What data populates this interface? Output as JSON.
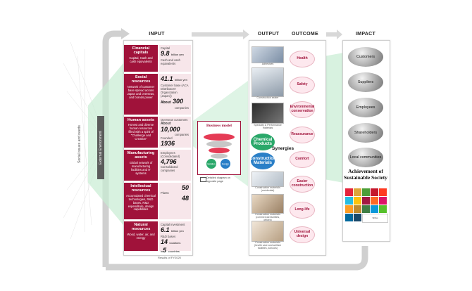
{
  "headers": {
    "input": "INPUT",
    "output": "OUTPUT",
    "outcome": "OUTCOME",
    "impact": "IMPACT"
  },
  "side_text": {
    "needs": "Social issues and needs",
    "env": "External Environment"
  },
  "capitals": [
    {
      "title": "Financial capitals",
      "desc": "Capital, Cash and cash equivalents",
      "values": [
        {
          "label": "Capital",
          "number": "9.8",
          "unit": "billion yen"
        },
        {
          "label": "Cash and cash equivalents",
          "number": "41.1",
          "unit": "billion yen"
        }
      ]
    },
    {
      "title": "Social resources",
      "desc": "Network of customer base spread across Japan and overseas, and brands power",
      "values": [
        {
          "label": "Customer base (ACA Distributors' Organization (Japan))",
          "prefix": "About",
          "number": "300",
          "unit": "companies"
        },
        {
          "label": "Overseas customers",
          "prefix": "About",
          "number": "10,000",
          "unit": "companies"
        }
      ]
    },
    {
      "title": "Human assets",
      "desc": "Honest and diverse human resources filled with a spirit of \"Challenge and Creation\"",
      "values": [
        {
          "label": "Founded",
          "number": "1936",
          "unit": ""
        }
      ]
    },
    {
      "title": "Manufacturing assets",
      "desc": "Global network of manufacturing facilities and IT systems",
      "values": [
        {
          "label": "Employees (Consolidated)",
          "number": "4,796",
          "unit": ""
        },
        {
          "label": "Consolidated companies",
          "number": "50",
          "unit": ""
        }
      ]
    },
    {
      "title": "Intellectual resources",
      "desc": "Accumulated chemical technologies, R&D bases, R&D expenditure, design capabilities",
      "values": [
        {
          "label": "Plants",
          "number": "48",
          "unit": ""
        }
      ]
    },
    {
      "title": "Natural resources",
      "desc": "Wood, water, air, and energy",
      "values": [
        {
          "label": "Capital investment",
          "number": "6.1",
          "unit": "billion yen"
        },
        {
          "label": "R&D bases",
          "number": "14",
          "unit": "locations"
        },
        {
          "label": "",
          "prefix": "in",
          "number": "5",
          "unit": "countries"
        }
      ]
    }
  ],
  "results_note": "Results of FY2020",
  "business_model": {
    "title": "Business model",
    "left": "Solution",
    "right": "Design",
    "note": "Detailed diagram on opposite page"
  },
  "products": {
    "chemical": "Chemical Products",
    "construction": "Construction Materials",
    "synergies": "Synergies"
  },
  "photo_labels": [
    "Adhesives",
    "Construction sealer",
    "Specialty & Performance materials",
    "Construction materials (residential)",
    "Construction materials (commercial facilities, offices)",
    "Construction materials (health care and welfare facilities, schools)"
  ],
  "outcomes": [
    "Health",
    "Safety",
    "Environmental conservation",
    "Reassurance",
    "Comfort",
    "Easier construction",
    "Long-life",
    "Universal design"
  ],
  "impacts": [
    "Customers",
    "Suppliers",
    "Employees",
    "Shareholders",
    "Local communities"
  ],
  "achievement": "Achievement of Sustainable Society",
  "sdg_colors": [
    "#e5243b",
    "#dda63a",
    "#4c9f38",
    "#c5192d",
    "#ff3a21",
    "#26bde2",
    "#fcc30b",
    "#a21942",
    "#fd6925",
    "#dd1367",
    "#fd9d24",
    "#bf8b2e",
    "#3f7e44",
    "#0a97d9",
    "#56c02b",
    "#00689d",
    "#19486a"
  ]
}
